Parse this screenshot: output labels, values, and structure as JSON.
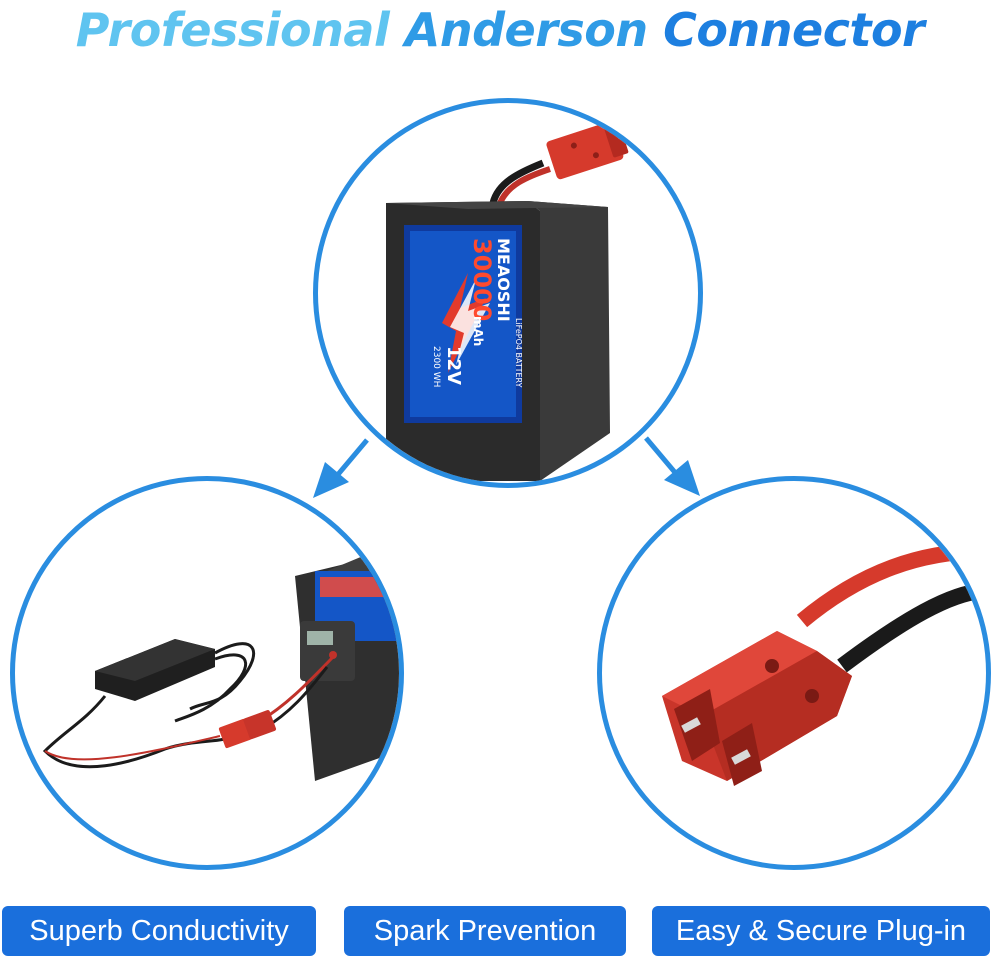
{
  "headline": {
    "word1": "Professional",
    "word2": "Anderson",
    "word3": "Connector"
  },
  "product": {
    "brand": "MEAOSHI",
    "capacity": "30000",
    "capacity_unit": "mAh",
    "voltage": "12V",
    "energy": "2300 WH",
    "battery_type": "LiFePO4 BATTERY"
  },
  "features": [
    {
      "label": "Superb Conductivity"
    },
    {
      "label": "Spark Prevention"
    },
    {
      "label": "Easy & Secure Plug-in"
    }
  ],
  "colors": {
    "accent_blue": "#1a6fdc",
    "circle_border": "#2a8de0",
    "connector_red": "#d63a2c"
  }
}
